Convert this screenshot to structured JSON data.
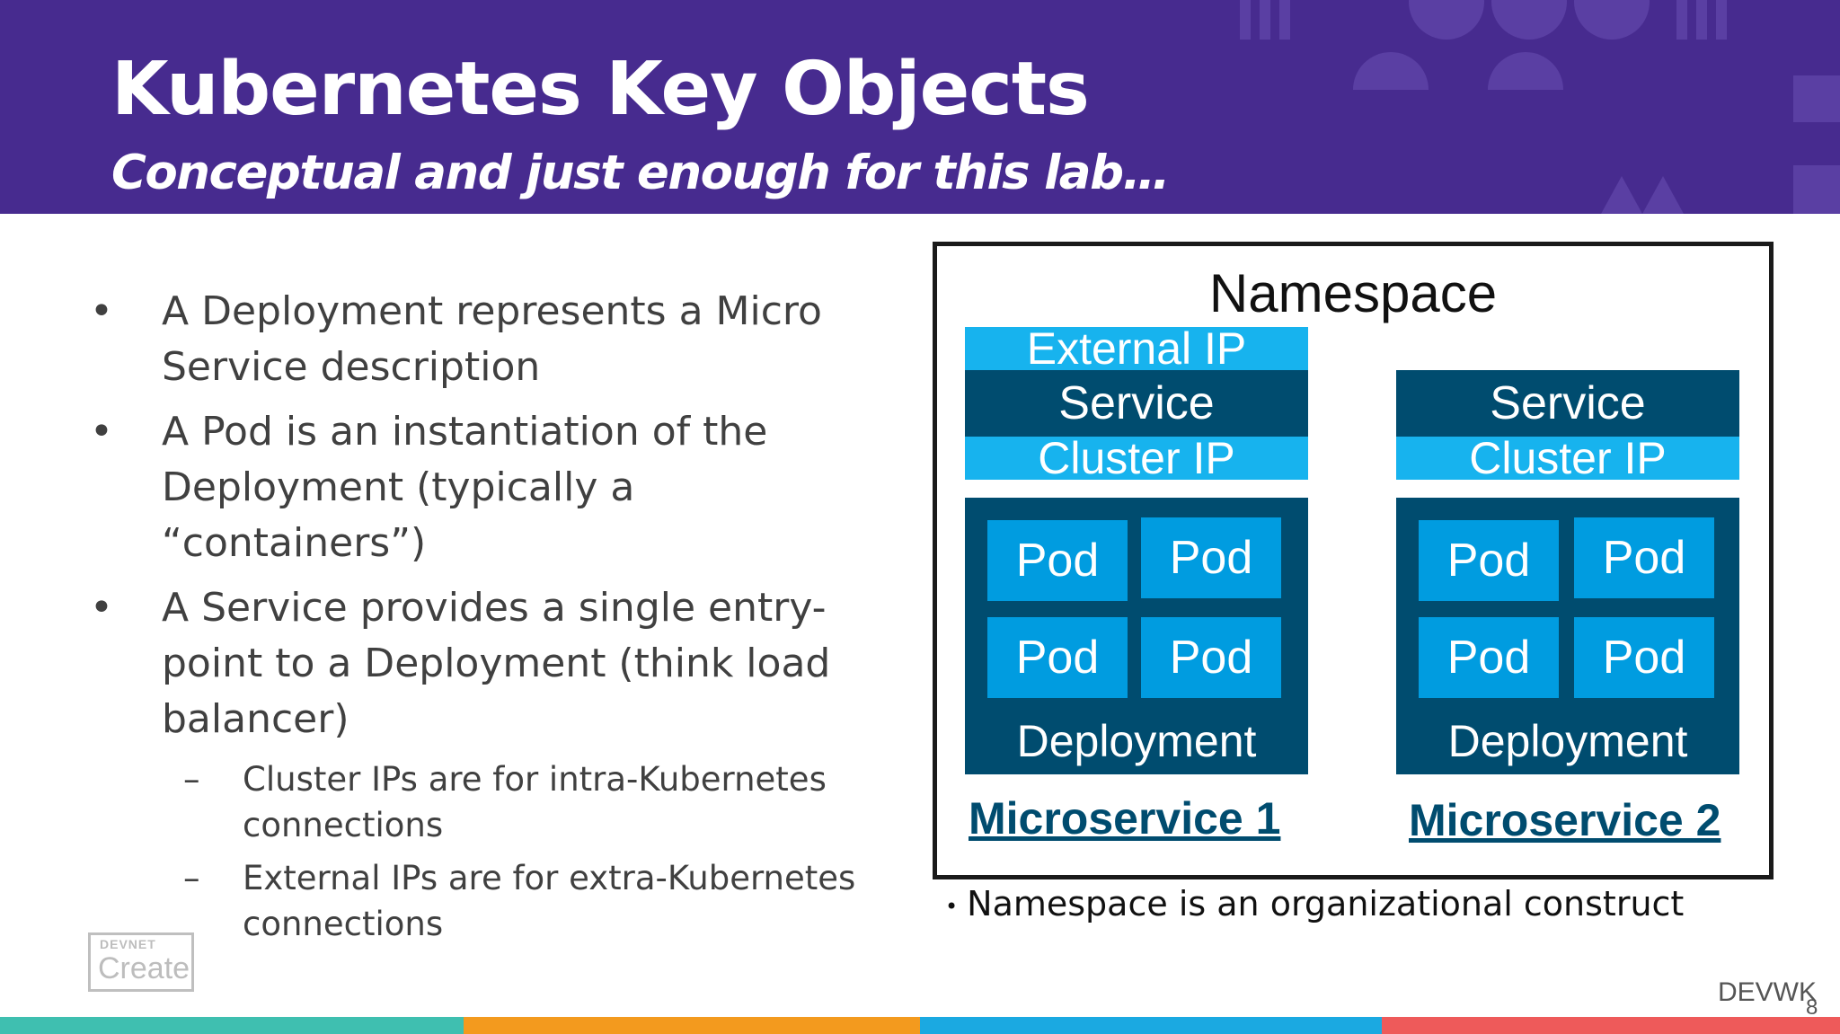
{
  "header": {
    "title": "Kubernetes Key Objects",
    "subtitle": "Conceptual and just enough for this lab…"
  },
  "bullets": [
    {
      "marker": "•",
      "text": "A Deployment represents a Micro Service description"
    },
    {
      "marker": "•",
      "text": "A Pod is an instantiation of the Deployment (typically a “containers”)"
    },
    {
      "marker": "•",
      "text": "A Service provides a single entry-point to a Deployment (think load balancer)"
    }
  ],
  "sub_bullets": [
    {
      "marker": "–",
      "text": "Cluster IPs are for intra-Kubernetes connections"
    },
    {
      "marker": "–",
      "text": "External IPs are for extra-Kubernetes connections"
    }
  ],
  "diagram": {
    "namespace_title": "Namespace",
    "microservice1": {
      "external_ip": "External IP",
      "service": "Service",
      "cluster_ip": "Cluster IP",
      "pods": [
        "Pod",
        "Pod",
        "Pod",
        "Pod"
      ],
      "deployment": "Deployment",
      "label": "Microservice 1"
    },
    "microservice2": {
      "service": "Service",
      "cluster_ip": "Cluster IP",
      "pods": [
        "Pod",
        "Pod",
        "Pod",
        "Pod"
      ],
      "deployment": "Deployment",
      "label": "Microservice 2"
    }
  },
  "namespace_note": {
    "marker": "•",
    "text": "Namespace is an organizational construct"
  },
  "footer": {
    "logo_small": "DEVNET",
    "logo_big": "Create",
    "event_code": "DEVWK",
    "page_number": "8"
  },
  "colors": {
    "header_bg": "#472b8f",
    "service_dark": "#004c6f",
    "ip_light": "#17b3ee",
    "pod": "#009ce0",
    "stripe": [
      "#3fbfb0",
      "#f39a1e",
      "#1ba9e1",
      "#ee5a5a"
    ]
  }
}
